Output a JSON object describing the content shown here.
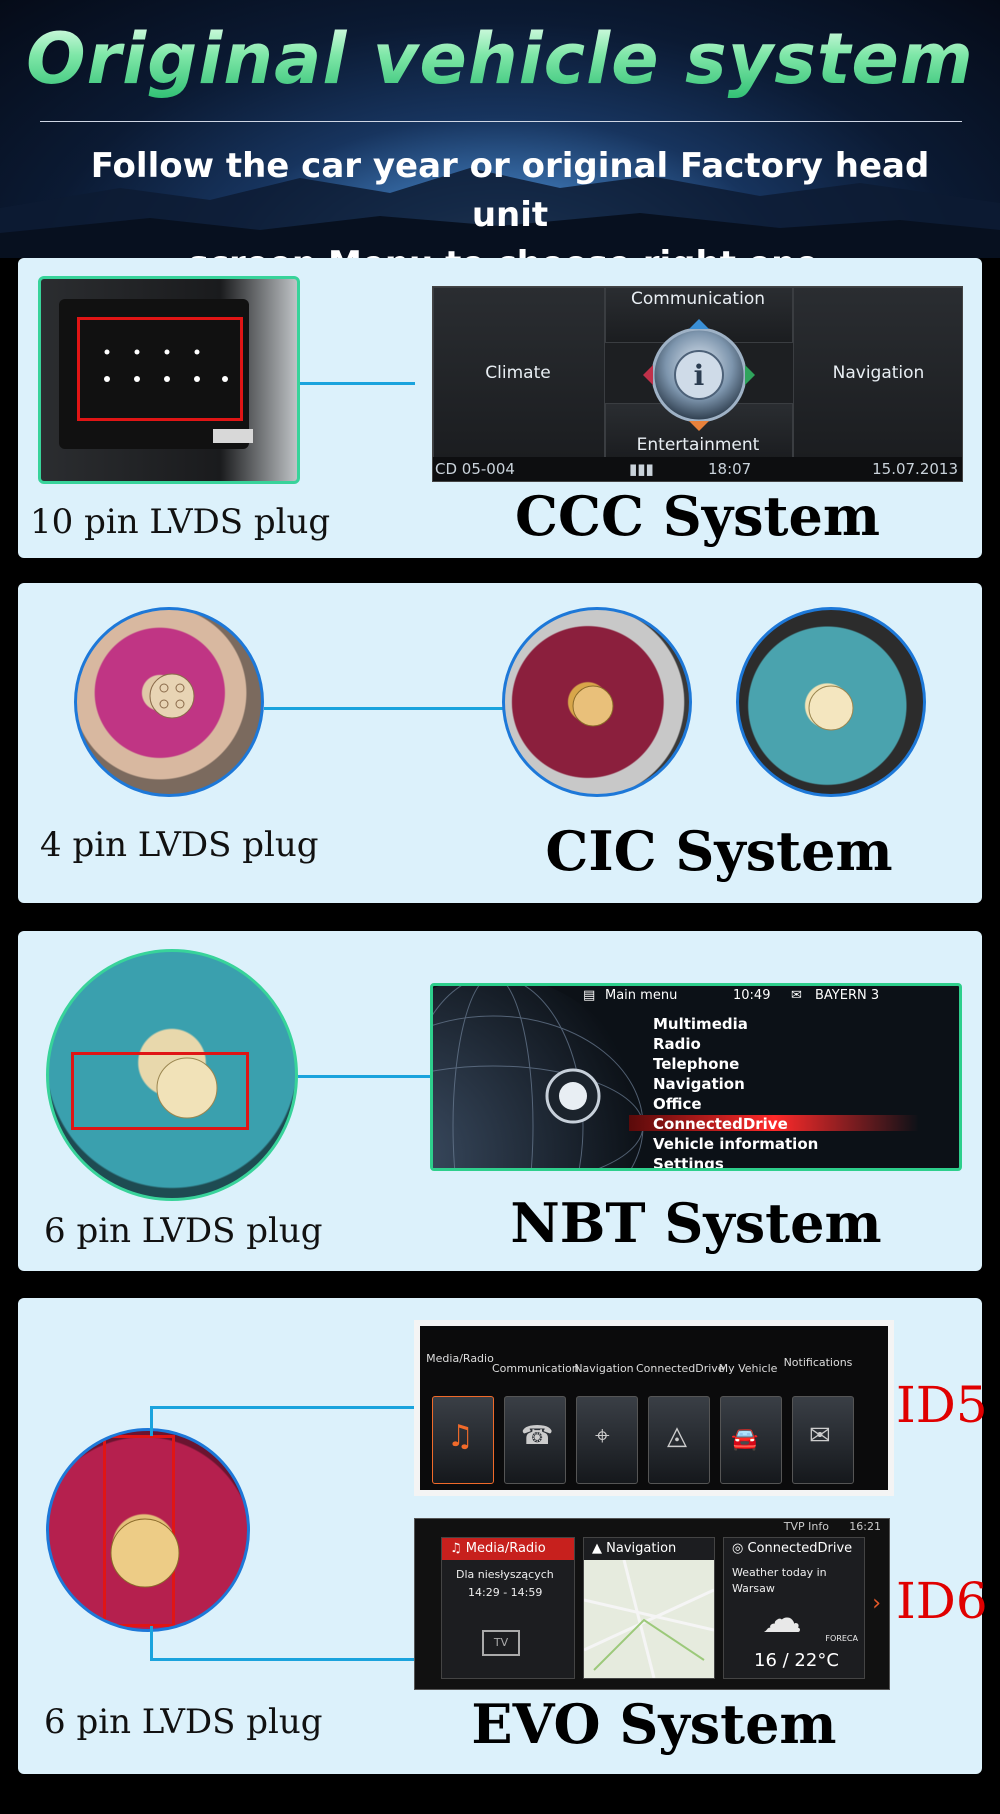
{
  "header": {
    "title": "Original vehicle system",
    "subtitle_line1": "Follow the car year or original Factory head unit",
    "subtitle_line2": "screen Menu to choose right one."
  },
  "ccc": {
    "plug_label": "10 pin LVDS plug",
    "system_label": "CCC System",
    "screen": {
      "top": "Communication",
      "left": "Climate",
      "right": "Navigation",
      "bottom": "Entertainment",
      "status_left": "CD 05-004",
      "status_time": "18:07",
      "status_date": "15.07.2013"
    }
  },
  "cic": {
    "plug_label": "4 pin LVDS plug",
    "system_label": "CIC System"
  },
  "nbt": {
    "plug_label": "6 pin LVDS plug",
    "system_label": "NBT System",
    "screen": {
      "menu_title": "Main menu",
      "time": "10:49",
      "station": "BAYERN 3",
      "items": [
        "Multimedia",
        "Radio",
        "Telephone",
        "Navigation",
        "Office",
        "ConnectedDrive",
        "Vehicle information",
        "Settings"
      ]
    }
  },
  "evo": {
    "plug_label": "6 pin LVDS plug",
    "system_label": "EVO System",
    "id5_label": "ID5",
    "id6_label": "ID6",
    "id5_screen": {
      "tabs": [
        "Media/Radio",
        "Communication",
        "Navigation",
        "ConnectedDrive",
        "My Vehicle",
        "Notifications"
      ]
    },
    "id6_screen": {
      "status": "TVP Info",
      "time": "16:21",
      "tile1_title": "Media/Radio",
      "tile1_text": "Dla niesłyszących",
      "tile1_time": "14:29 - 14:59",
      "tile2_title": "Navigation",
      "tile3_title": "ConnectedDrive",
      "tile3_text1": "Weather today in",
      "tile3_text2": "Warsaw",
      "tile3_brand": "FORECA",
      "tile3_temp": "16 / 22°C"
    }
  }
}
